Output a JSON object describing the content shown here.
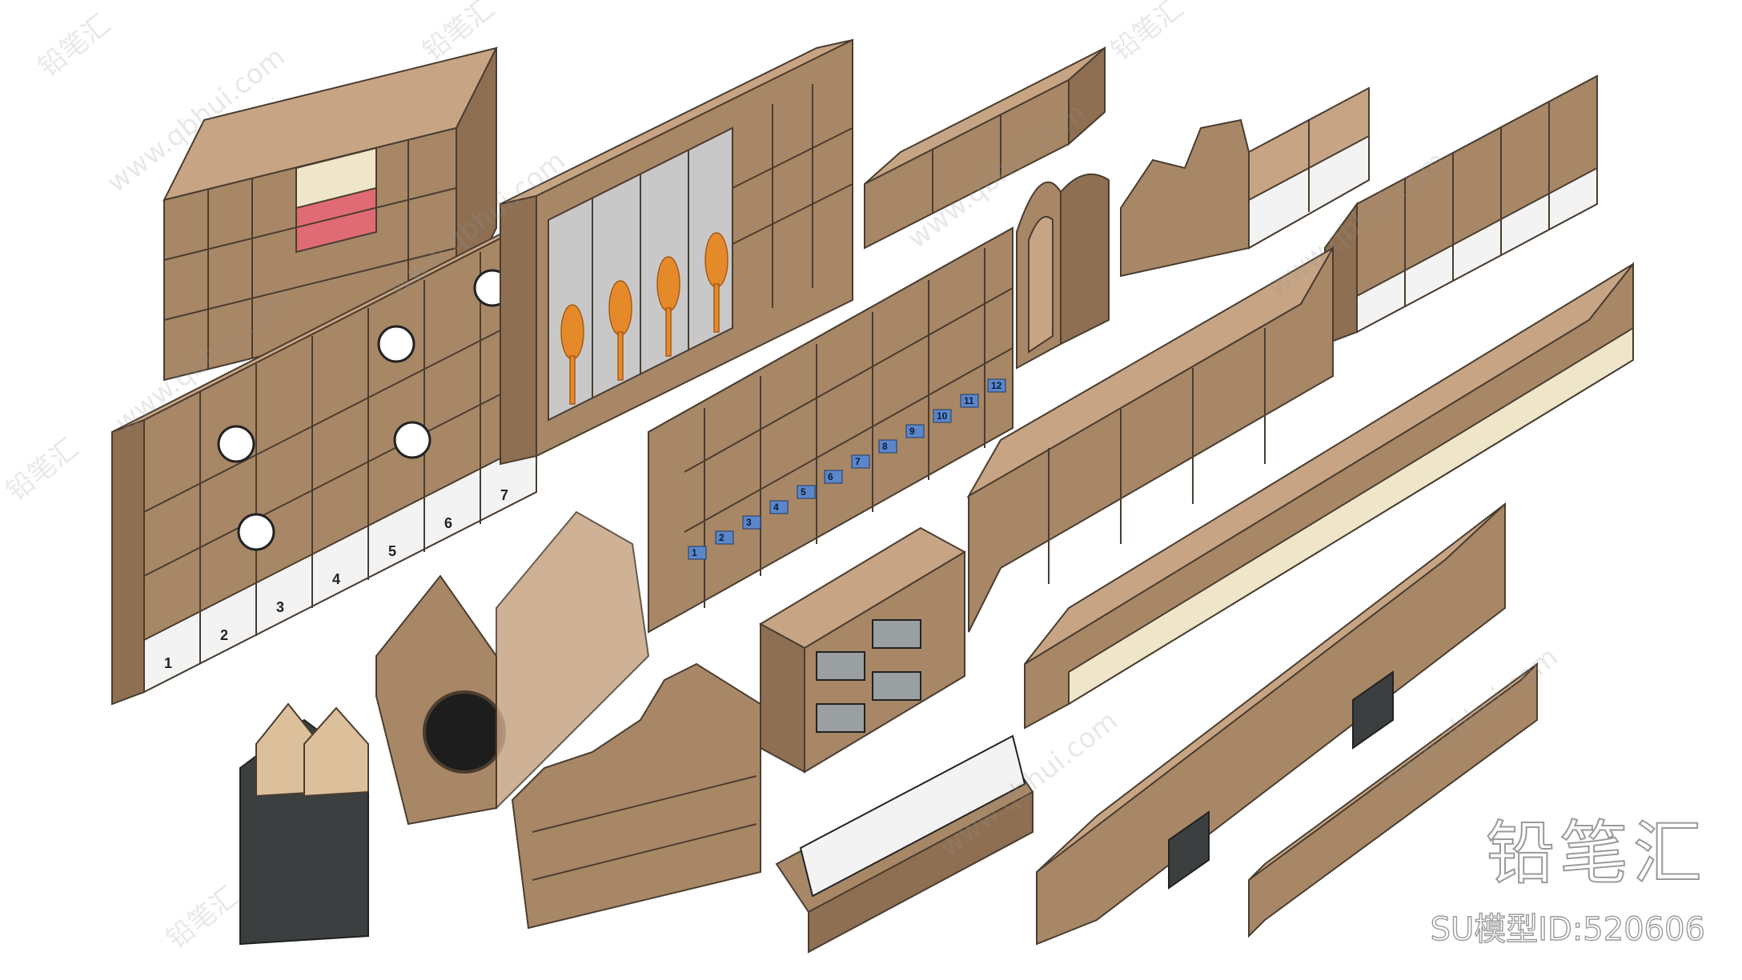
{
  "image": {
    "description_colors": {
      "background": "#ffffff",
      "wood_top": "#c7a584",
      "wood_front": "#a88766",
      "wood_side": "#8e6f52",
      "interior": "#b89676",
      "edge": "#4a3d30",
      "white_panel": "#f3f3f3",
      "grey_panel": "#c8c8c8",
      "blue_label": "#5b86c9",
      "orange_wheat": "#e58a2b",
      "pink_panel": "#e06b75",
      "dark_glass": "#3b3f3f"
    }
  },
  "cabinet_numbers": [
    "1",
    "2",
    "3",
    "4",
    "5",
    "6",
    "7"
  ],
  "slot_numbers": [
    "1",
    "2",
    "3",
    "4",
    "5",
    "6",
    "7",
    "8",
    "9",
    "10",
    "11",
    "12"
  ],
  "watermark": {
    "text_cn": "铅笔汇",
    "text_url": "www.qbhui.com"
  },
  "brand": {
    "logo_text": "铅笔汇",
    "model_id": "SU模型ID:520606"
  }
}
